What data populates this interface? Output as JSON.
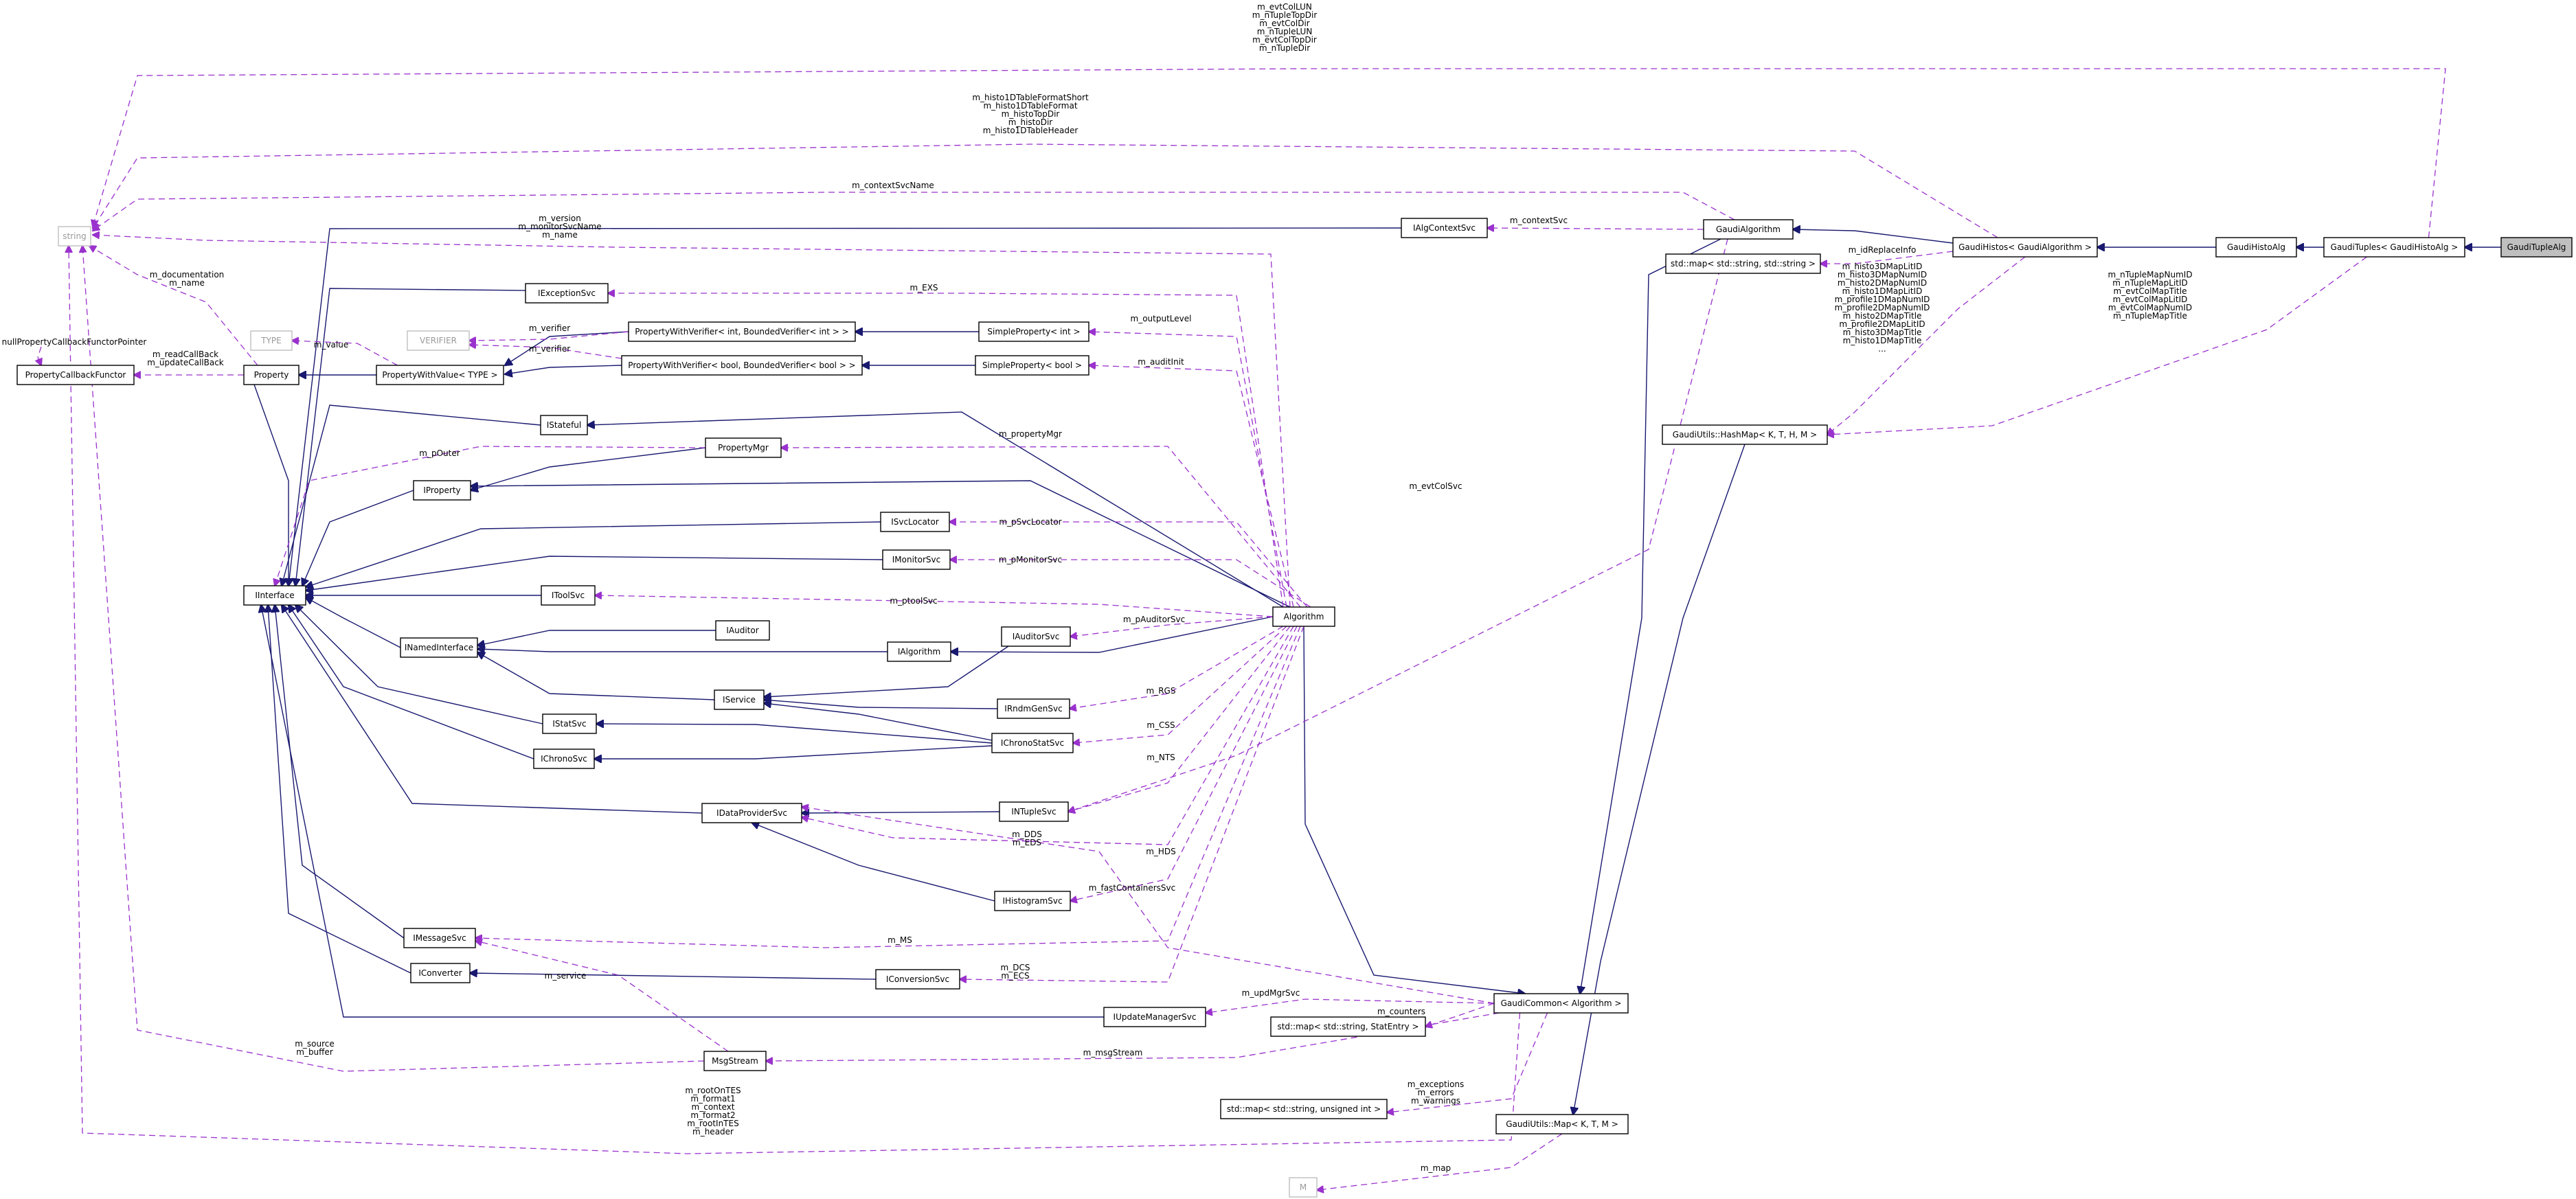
{
  "nodes": {
    "string": "string",
    "nullPropertyCallback": "nullPropertyCallbackFunctorPointer",
    "PropertyCallbackFunctor": "PropertyCallbackFunctor",
    "TYPE": "TYPE",
    "VERIFIER": "VERIFIER",
    "Property": "Property",
    "PropertyWithValue": "PropertyWithValue< TYPE >",
    "PropertyWithVerifierInt": "PropertyWithVerifier< int, BoundedVerifier< int > >",
    "PropertyWithVerifierBool": "PropertyWithVerifier< bool, BoundedVerifier< bool > >",
    "SimplePropertyInt": "SimpleProperty< int >",
    "SimplePropertyBool": "SimpleProperty< bool >",
    "IExceptionSvc": "IExceptionSvc",
    "IAlgContextSvc": "IAlgContextSvc",
    "GaudiAlgorithm": "GaudiAlgorithm",
    "GaudiHistos": "GaudiHistos< GaudiAlgorithm >",
    "GaudiHistoAlg": "GaudiHistoAlg",
    "GaudiTuples": "GaudiTuples< GaudiHistoAlg >",
    "GaudiTupleAlg": "GaudiTupleAlg",
    "StdMapString": "std::map< std::string, std::string >",
    "HashMap": "GaudiUtils::HashMap< K, T, H, M >",
    "IStateful": "IStateful",
    "PropertyMgr": "PropertyMgr",
    "IProperty": "IProperty",
    "ISvcLocator": "ISvcLocator",
    "IMonitorSvc": "IMonitorSvc",
    "IInterface": "IInterface",
    "IToolSvc": "IToolSvc",
    "Algorithm": "Algorithm",
    "INamedInterface": "INamedInterface",
    "IAuditor": "IAuditor",
    "IAuditorSvc": "IAuditorSvc",
    "IAlgorithm": "IAlgorithm",
    "IService": "IService",
    "IRndmGenSvc": "IRndmGenSvc",
    "IStatSvc": "IStatSvc",
    "IChronoStatSvc": "IChronoStatSvc",
    "IChronoSvc": "IChronoSvc",
    "IDataProviderSvc": "IDataProviderSvc",
    "INTupleSvc": "INTupleSvc",
    "IHistogramSvc": "IHistogramSvc",
    "IMessageSvc": "IMessageSvc",
    "IConverter": "IConverter",
    "IConversionSvc": "IConversionSvc",
    "IUpdateManagerSvc": "IUpdateManagerSvc",
    "GaudiCommon": "GaudiCommon< Algorithm >",
    "StdMapStatEntry": "std::map< std::string, StatEntry >",
    "MsgStream": "MsgStream",
    "StdMapUnsigned": "std::map< std::string, unsigned int >",
    "GaudiUtilsMap": "GaudiUtils::Map< K, T, M >",
    "M": "M"
  },
  "labels": {
    "tuplesToString": [
      "m_evtColLUN",
      "m_nTupleTopDir",
      "m_evtColDir",
      "m_nTupleLUN",
      "m_evtColTopDir",
      "m_nTupleDir"
    ],
    "histosToString": [
      "m_histo1DTableFormatShort",
      "m_histo1DTableFormat",
      "m_histoTopDir",
      "m_histoDir",
      "m_histo1DTableHeader"
    ],
    "contextSvcName": [
      "m_contextSvcName"
    ],
    "algToString": [
      "m_version",
      "m_monitorSvcName",
      "m_name"
    ],
    "propertyToString": [
      "m_documentation",
      "m_name"
    ],
    "callbacks": [
      "m_readCallBack",
      "m_updateCallBack"
    ],
    "value": [
      "m_value"
    ],
    "verifierInt": [
      "m_verifier"
    ],
    "verifierBool": [
      "m_verifier"
    ],
    "contextSvc": [
      "m_contextSvc"
    ],
    "exs": [
      "m_EXS"
    ],
    "outputLevel": [
      "m_outputLevel"
    ],
    "auditInit": [
      "m_auditInit"
    ],
    "idReplaceInfo": [
      "m_idReplaceInfo"
    ],
    "histosToHashMap": [
      "m_histo3DMapLitID",
      "m_histo3DMapNumID",
      "m_histo2DMapNumID",
      "m_histo1DMapLitID",
      "m_profile1DMapNumID",
      "m_profile2DMapNumID",
      "m_histo2DMapTitle",
      "m_profile2DMapLitID",
      "m_histo3DMapTitle",
      "m_histo1DMapTitle",
      "..."
    ],
    "tuplesToHashMap": [
      "m_nTupleMapNumID",
      "m_nTupleMapLitID",
      "m_evtColMapTitle",
      "m_evtColMapLitID",
      "m_evtColMapNumID",
      "m_nTupleMapTitle"
    ],
    "pOuter": [
      "m_pOuter"
    ],
    "propertyMgr": [
      "m_propertyMgr"
    ],
    "evtColSvc": [
      "m_evtColSvc"
    ],
    "pSvcLocator": [
      "m_pSvcLocator"
    ],
    "pMonitorSvc": [
      "m_pMonitorSvc"
    ],
    "ptoolSvc": [
      "m_ptoolSvc"
    ],
    "pAuditorSvc": [
      "m_pAuditorSvc"
    ],
    "rgs": [
      "m_RGS"
    ],
    "css": [
      "m_CSS"
    ],
    "nts": [
      "m_NTS"
    ],
    "ddsEds": [
      "m_DDS",
      "m_EDS"
    ],
    "hds": [
      "m_HDS"
    ],
    "fastContainersSvc": [
      "m_fastContainersSvc"
    ],
    "ms": [
      "m_MS"
    ],
    "service": [
      "m_service"
    ],
    "dcsEcs": [
      "m_DCS",
      "m_ECS"
    ],
    "updMgrSvc": [
      "m_updMgrSvc"
    ],
    "counters": [
      "m_counters"
    ],
    "msgStream": [
      "m_msgStream"
    ],
    "sourceBuffer": [
      "m_source",
      "m_buffer"
    ],
    "commonToString": [
      "m_rootOnTES",
      "m_format1",
      "m_context",
      "m_format2",
      "m_rootInTES",
      "m_header"
    ],
    "errors": [
      "m_exceptions",
      "m_errors",
      "m_warnings"
    ],
    "map": [
      "m_map"
    ]
  }
}
